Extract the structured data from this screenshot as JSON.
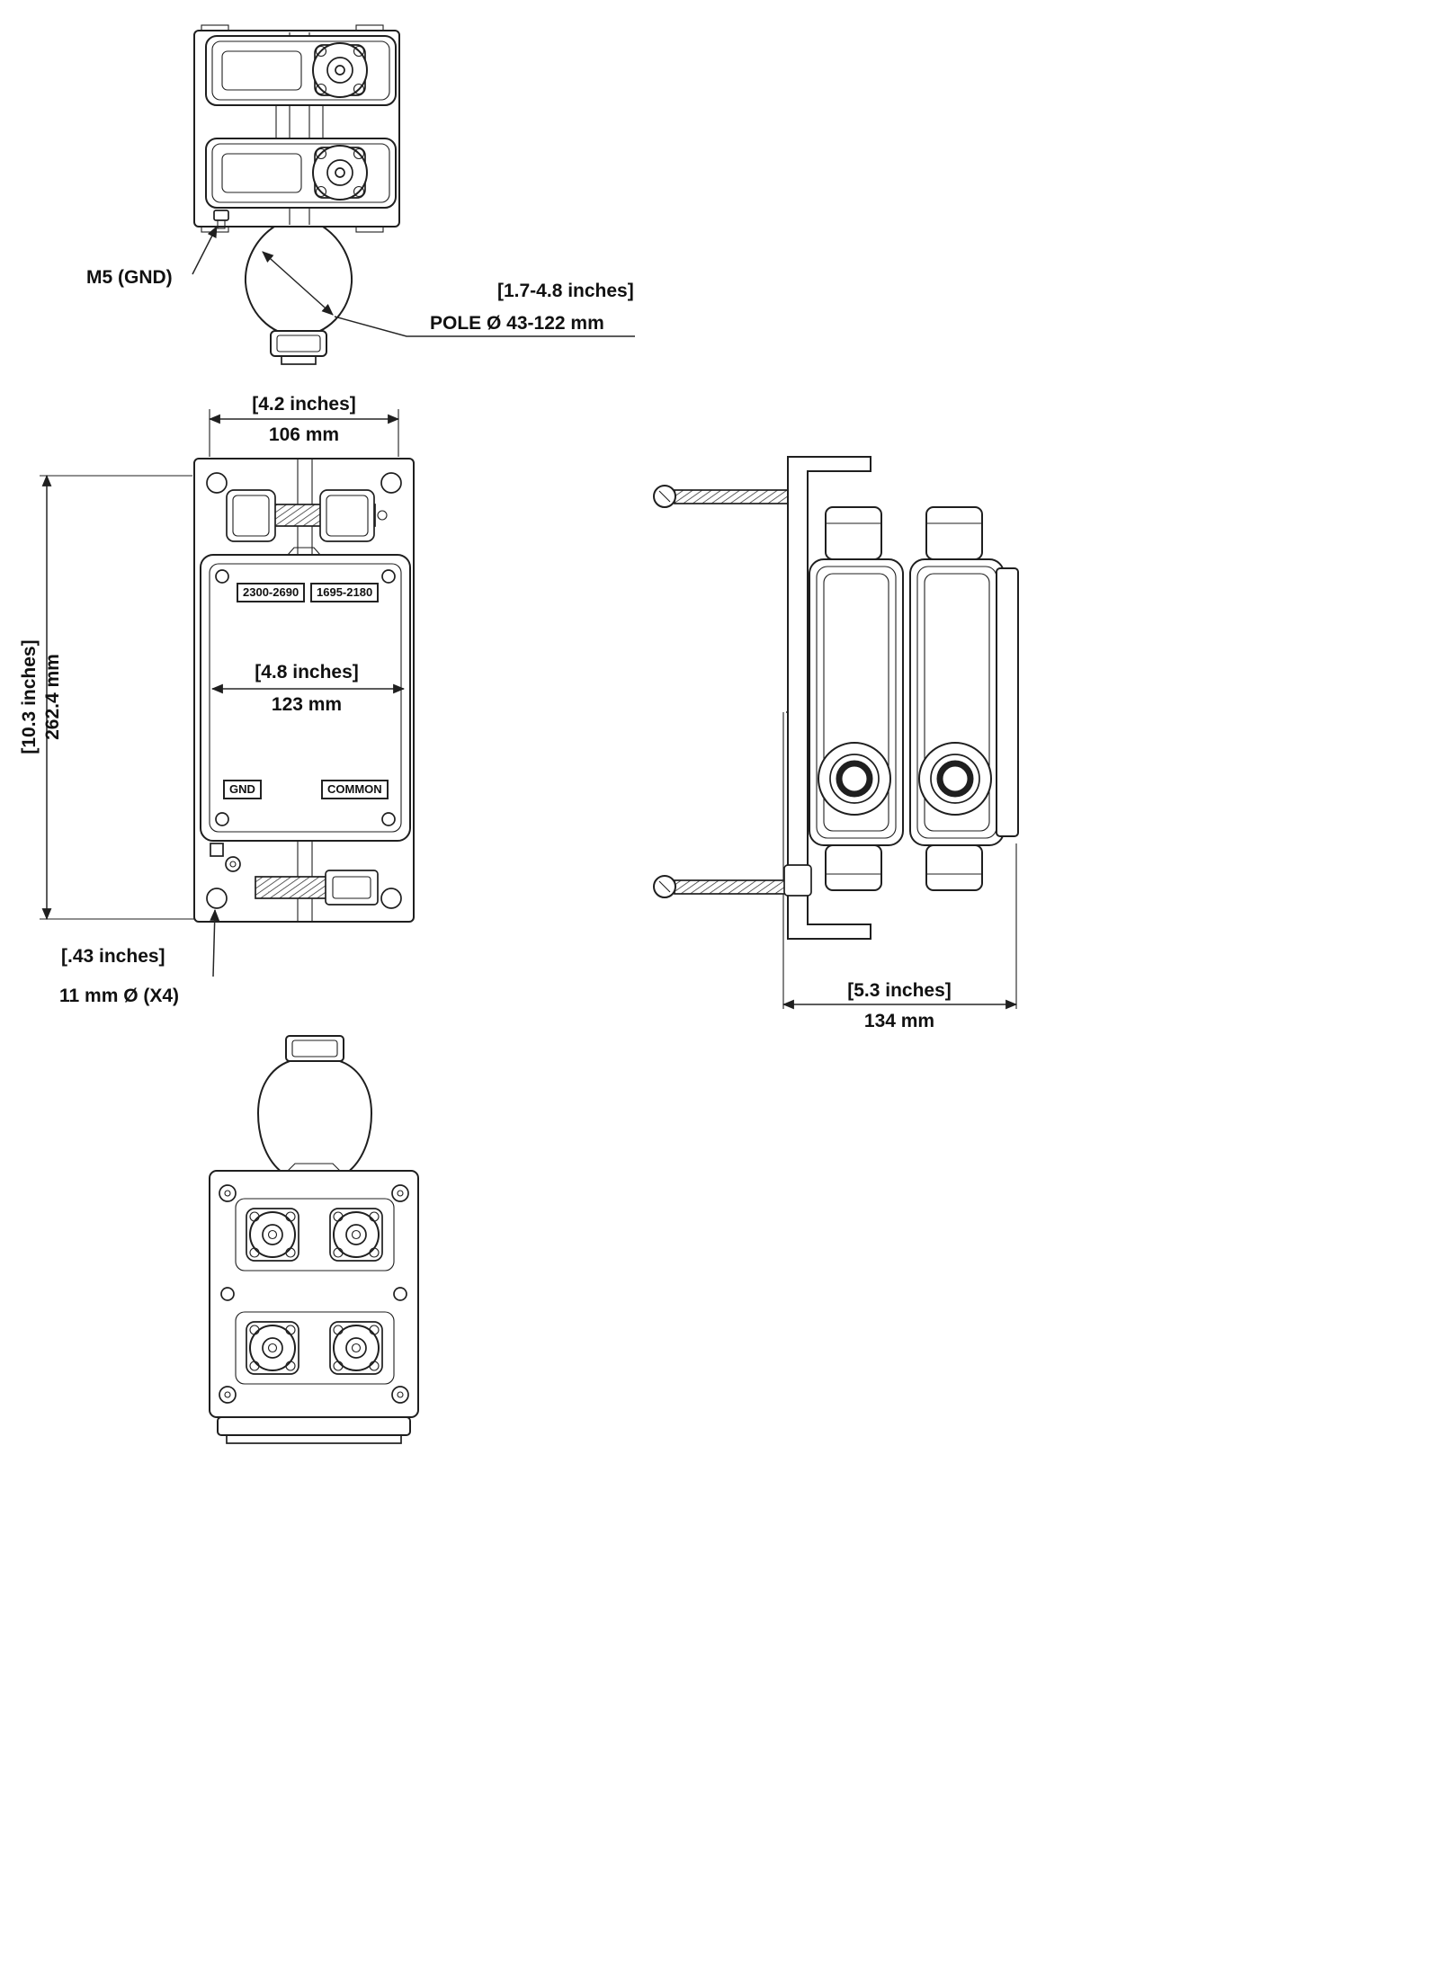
{
  "colors": {
    "line": "#1f1f1f",
    "text": "#111111",
    "background": "#ffffff"
  },
  "top_view": {
    "m5_label": "M5 (GND)",
    "pole_range_inches": "[1.7-4.8 inches]",
    "pole_diameter": "POLE Ø 43-122 mm"
  },
  "front_view": {
    "width_inches": "[4.2 inches]",
    "width_mm": "106 mm",
    "height_inches": "[10.3 inches]",
    "height_mm": "262.4 mm",
    "inner_width_inches": "[4.8 inches]",
    "inner_width_mm": "123 mm",
    "band_left": "2300-2690",
    "band_right": "1695-2180",
    "gnd": "GND",
    "common": "COMMON",
    "hole_inches": "[.43 inches]",
    "hole_spec": "11 mm Ø (X4)"
  },
  "side_view": {
    "depth_inches": "[5.3 inches]",
    "depth_mm": "134 mm"
  }
}
